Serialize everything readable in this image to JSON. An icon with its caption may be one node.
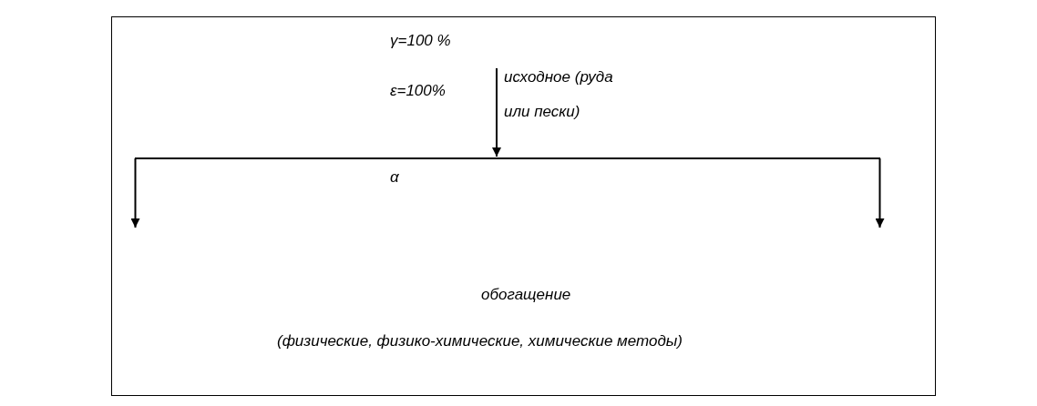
{
  "diagram": {
    "nodes": [
      {
        "text": [
          "исходное (руда или пески)"
        ]
      },
      {
        "text": [],
        "shape": "bar"
      }
    ],
    "edges": [
      {
        "from": 0,
        "to": 1,
        "arrow": "to"
      },
      {
        "from": 1,
        "to": null,
        "arrow": "to"
      },
      {
        "from": 1,
        "to": null,
        "arrow": "to"
      }
    ],
    "labels": [
      "γ=100 %",
      "ε=100%",
      "α",
      "обогащение",
      "(физические, физико-химические, химические методы)"
    ]
  }
}
